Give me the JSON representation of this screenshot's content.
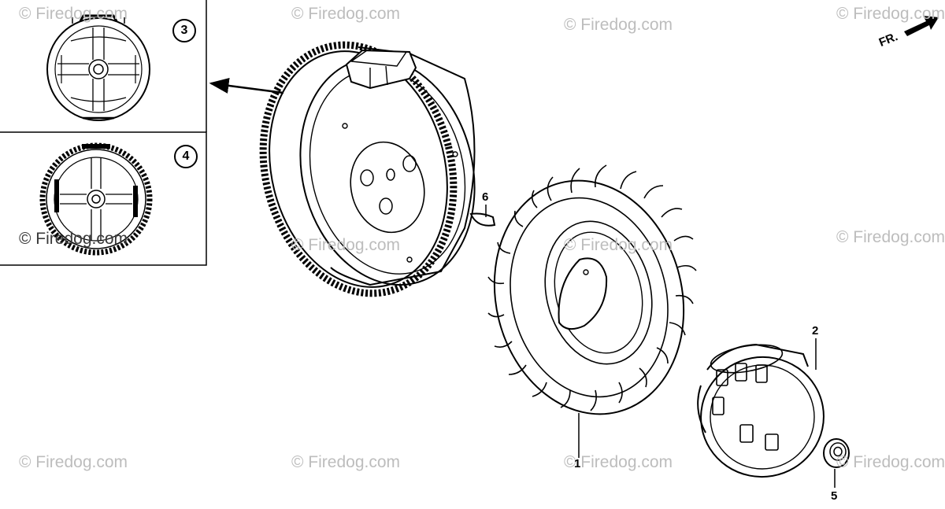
{
  "watermark": "© Firedog.com",
  "direction_label": "FR.",
  "inset_callouts": [
    "3",
    "4"
  ],
  "part_callouts": [
    "1",
    "2",
    "5",
    "6"
  ]
}
